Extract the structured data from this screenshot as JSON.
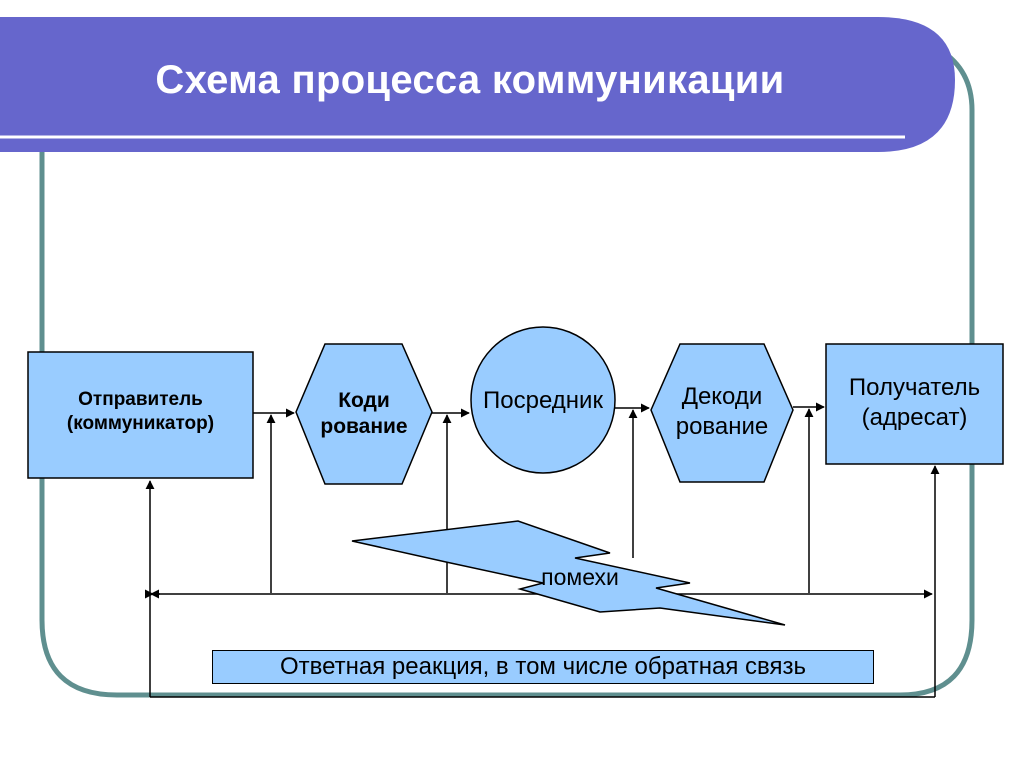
{
  "slide": {
    "title": "Схема процесса коммуникации"
  },
  "diagram": {
    "nodes": [
      {
        "id": "sender",
        "line1": "Отправитель",
        "line2": "(коммуникатор)"
      },
      {
        "id": "encoding",
        "line1": "Коди",
        "line2": "рование"
      },
      {
        "id": "channel",
        "line1": "Посредник"
      },
      {
        "id": "decoding",
        "line1": "Декоди",
        "line2": "рование"
      },
      {
        "id": "receiver",
        "line1": "Получатель",
        "line2": "(адресат)"
      }
    ],
    "noise_label": "помехи",
    "feedback_label": "Ответная реакция, в том числе обратная связь"
  },
  "colors": {
    "header_band": "#6666cc",
    "frame": "#5f8f8f",
    "shape_fill": "#99ccff",
    "line": "#000000"
  }
}
